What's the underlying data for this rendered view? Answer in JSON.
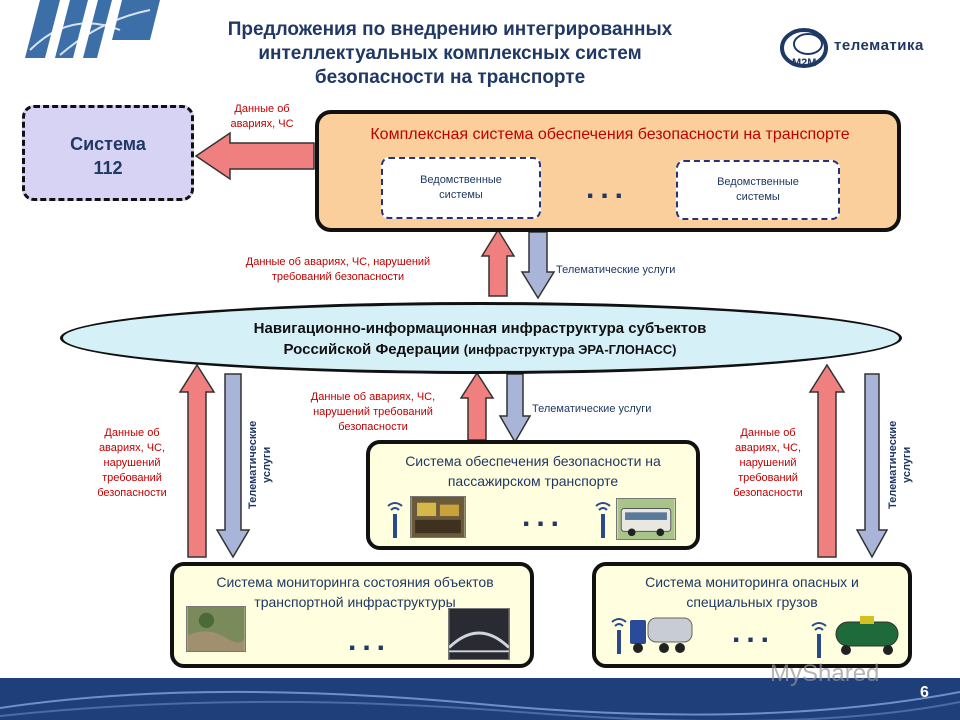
{
  "header": {
    "title_lines": [
      "Предложения по внедрению интегрированных",
      "интеллектуальных комплексных систем",
      "безопасности на транспорте"
    ],
    "logo_text": "телематика"
  },
  "system112": {
    "line1": "Система",
    "line2": "112"
  },
  "ksob": {
    "title": "Комплексная система обеспечения безопасности на транспорте",
    "ved_left": "Ведомственные системы",
    "ved_right": "Ведомственные системы",
    "dots": "..."
  },
  "labels": {
    "to112": [
      "Данные об",
      "авариях, ЧС"
    ],
    "up_center": [
      "Данные об авариях, ЧС, нарушений",
      "требований безопасности"
    ],
    "telematic_top": "Телематические услуги",
    "mid_center": [
      "Данные об авариях, ЧС,",
      "нарушений требований",
      "безопасности"
    ],
    "telematic_mid": "Телематические услуги",
    "left_side": [
      "Данные об",
      "авариях, ЧС,",
      "нарушений",
      "требований",
      "безопасности"
    ],
    "left_vertical": [
      "Телематические",
      "услуги"
    ],
    "right_side": [
      "Данные об",
      "авариях, ЧС,",
      "нарушений",
      "требований",
      "безопасности"
    ],
    "right_vertical": [
      "Телематические",
      "услуги"
    ]
  },
  "ellipse": {
    "line1": "Навигационно-информационная инфраструктура субъектов",
    "line2_main": "Российской Федерации",
    "line2_small": "(инфраструктура ЭРА-ГЛОНАСС)"
  },
  "boxes": {
    "passenger": {
      "title": "Система обеспечения безопасности на пассажирском транспорте",
      "dots": "..."
    },
    "infrastructure": {
      "title": "Система мониторинга состояния объектов транспортной инфраструктуры",
      "dots": "..."
    },
    "cargo": {
      "title": "Система мониторинга опасных и специальных грузов",
      "dots": "..."
    }
  },
  "footer": {
    "page_number": "6",
    "watermark": "MyShared"
  },
  "colors": {
    "red_arrow": "#f08080",
    "blue_arrow": "#a8b4d8",
    "arrow_stroke": "#333333",
    "title": "#1f3864",
    "red_text": "#c00000",
    "box112": "#d7d3f5",
    "ksob": "#fbcf9b",
    "ellipse": "#d6f0f7",
    "green_box": "#ffffe0"
  }
}
